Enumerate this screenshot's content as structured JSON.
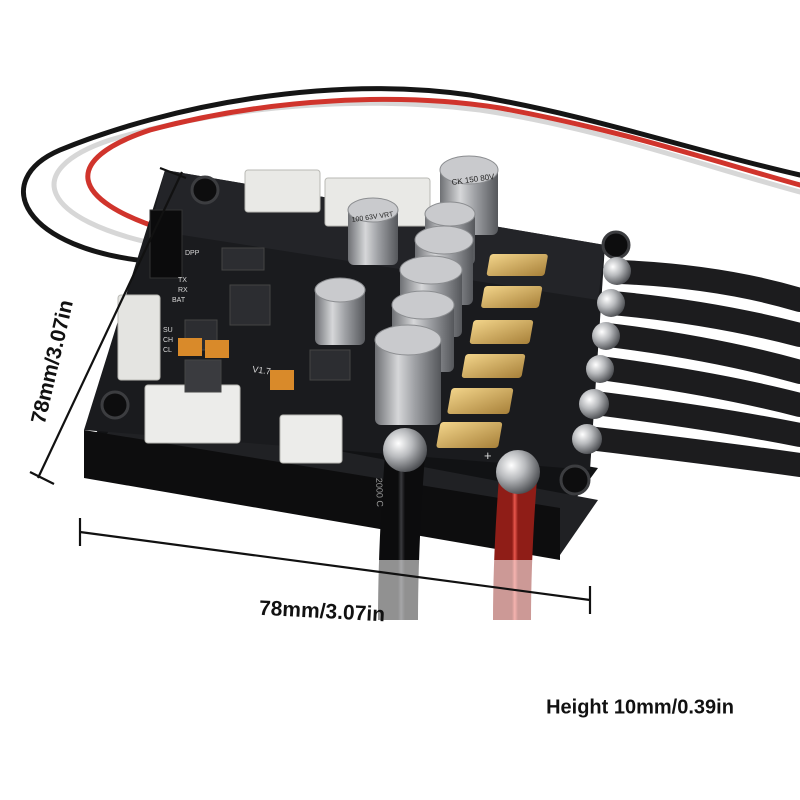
{
  "product": {
    "dimension_vertical": "78mm/3.07in",
    "dimension_horizontal": "78mm/3.07in",
    "height_note": "Height 10mm/0.39in"
  },
  "capacitors": {
    "label_a": "CK 150 80V",
    "label_b": "100 63V VRT"
  },
  "silkscreen": {
    "pins": [
      "SU",
      "CH",
      "CL",
      "TX",
      "RX",
      "BAT",
      "DPP"
    ],
    "version": "V1.7",
    "cable_marking": "2000 C"
  },
  "colors": {
    "board": "#1a1b1e",
    "cable_black": "#1c1c1e",
    "cable_red": "#d0342c",
    "connector_white": "#e9e9e6",
    "solder_gold": "#c9a253",
    "text": "#111111"
  }
}
